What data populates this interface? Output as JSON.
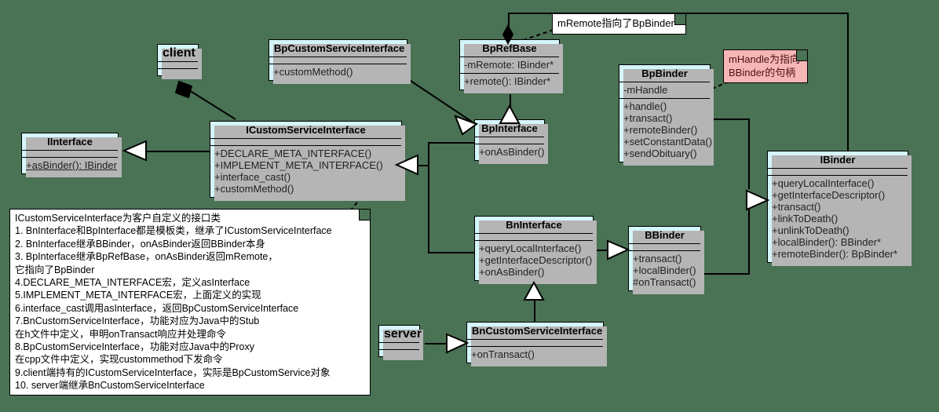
{
  "diagram": {
    "title": "Android Binder C++ framework class diagram",
    "background_color": "#4a7254",
    "class_fill_color": "#d4f6fa",
    "note_fill_color": "#ffffff",
    "pink_note_fill_color": "#f7b6b6"
  },
  "classes": {
    "client": {
      "name": "client",
      "attrs": [],
      "ops": []
    },
    "bp_custom_service_interface": {
      "name": "BpCustomServiceInterface",
      "attrs": [],
      "ops": [
        "+customMethod()"
      ]
    },
    "bp_ref_base": {
      "name": "BpRefBase",
      "attrs": [
        "-mRemote: IBinder*"
      ],
      "ops": [
        "+remote(): IBinder*"
      ]
    },
    "bp_binder": {
      "name": "BpBinder",
      "attrs": [
        "-mHandle"
      ],
      "ops": [
        "+handle()",
        "+transact()",
        "+remoteBinder()",
        "+setConstantData()",
        "+sendObituary()"
      ]
    },
    "iinterface": {
      "name": "IInterface",
      "attrs": [],
      "ops": [
        "+asBinder(): IBinder"
      ],
      "static_ops": [
        "+asBinder(): IBinder"
      ]
    },
    "icustom_service_interface": {
      "name": "ICustomServiceInterface",
      "attrs": [],
      "ops": [
        "+DECLARE_META_INTERFACE()",
        "+IMPLEMENT_META_INTERFACE()",
        "+interface_cast()",
        "+customMethod()"
      ]
    },
    "bp_interface": {
      "name": "BpInterface",
      "attrs": [],
      "ops": [
        "+onAsBinder()"
      ]
    },
    "ibinder": {
      "name": "IBinder",
      "attrs": [],
      "ops": [
        "+queryLocalInterface()",
        "+getInterfaceDescriptor()",
        "+transact()",
        "+linkToDeath()",
        "+unlinkToDeath()",
        "+localBinder(): BBinder*",
        "+remoteBinder(): BpBinder*"
      ]
    },
    "bn_interface": {
      "name": "BnInterface",
      "attrs": [],
      "ops": [
        "+queryLocalInterface()",
        "+getInterfaceDescriptor()",
        "+onAsBinder()"
      ]
    },
    "bbinder": {
      "name": "BBinder",
      "attrs": [],
      "ops": [
        "+transact()",
        "+localBinder()",
        "#onTransact()"
      ]
    },
    "server": {
      "name": "server",
      "attrs": [],
      "ops": []
    },
    "bn_custom_service_interface": {
      "name": "BnCustomServiceInterface",
      "attrs": [],
      "ops": [
        "+onTransact()"
      ]
    }
  },
  "notes": {
    "mremote_note": {
      "text": "mRemote指向了BpBinder"
    },
    "mhandle_note": {
      "lines": [
        "mHandle为指向",
        "BBinder的句柄"
      ]
    },
    "main_note": {
      "lines": [
        "ICustomServiceInterface为客户自定义的接口类",
        "1. BnInterface和BpInterface都是模板类，继承了ICustomServiceInterface",
        "2. BnInterface继承BBinder，onAsBinder返回BBinder本身",
        "3. BpInterface继承BpRefBase，onAsBinder返回mRemote，",
        "它指向了BpBinder",
        "4.DECLARE_META_INTERFACE宏，定义asInterface",
        "5.IMPLEMENT_META_INTERFACE宏，上面定义的实现",
        "6.interface_cast调用asInterface，返回BpCustomServiceInterface",
        "7.BnCustomServiceInterface，功能对应为Java中的Stub",
        "在h文件中定义，申明onTransact响应并处理命令",
        "8.BpCustomServiceInterface，功能对应Java中的Proxy",
        "在cpp文件中定义，实现custommethod下发命令",
        "9.client端持有的ICustomServiceInterface，实际是BpCustomService对象",
        "10. server端继承BnCustomServiceInterface"
      ]
    }
  }
}
